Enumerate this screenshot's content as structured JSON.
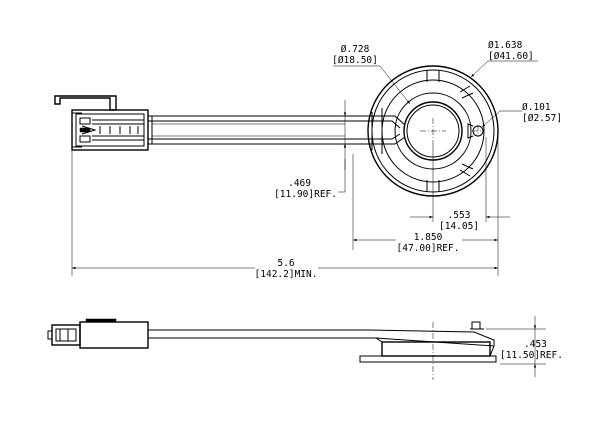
{
  "labels": {
    "hole_dia_in": "Ø.728",
    "hole_dia_mm": "[Ø18.50]",
    "outer_dia_in": "Ø1.638",
    "outer_dia_mm": "[Ø41.60]",
    "small_dia_in": "Ø.101",
    "small_dia_mm": "[Ø2.57]",
    "strap_width_in": ".469",
    "strap_width_mm": "[11.90]REF.",
    "offset_in": ".553",
    "offset_mm": "[14.05]",
    "cap_span_in": "1.850",
    "cap_span_mm": "[47.00]REF.",
    "overall_in": "5.6",
    "overall_mm": "[142.2]MIN.",
    "height_in": ".453",
    "height_mm": "[11.50]REF."
  }
}
